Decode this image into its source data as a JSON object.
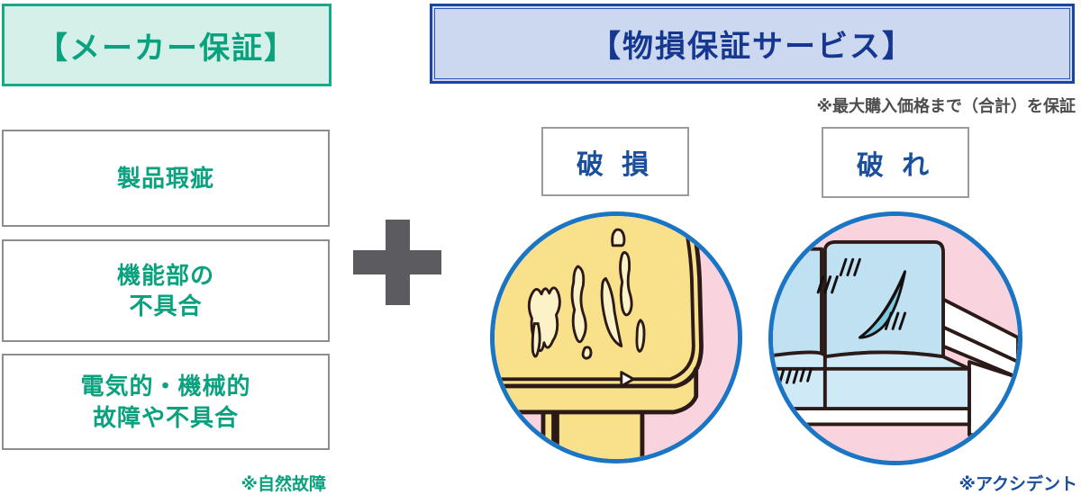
{
  "headers": {
    "maker": {
      "label": "【メーカー保証】",
      "text_color": "#0aa17f",
      "bg_color": "#d4f0e8",
      "border_color": "#16a98a"
    },
    "bukkai": {
      "label": "【物損保証サービス】",
      "text_color": "#16378f",
      "bg_color": "#ccd8ef",
      "border_color": "#1b45a0"
    }
  },
  "notes": {
    "top_right": "※最大購入価格まで（合計）を保証",
    "bottom_left": "※自然故障",
    "bottom_right": "※アクシデント"
  },
  "left_boxes": [
    {
      "line1": "製品瑕疵",
      "line2": ""
    },
    {
      "line1": "機能部の",
      "line2": "不具合"
    },
    {
      "line1": "電気的・機械的",
      "line2": "故障や不具合"
    }
  ],
  "operator": {
    "symbol": "plus",
    "color": "#5c5c60"
  },
  "right_items": [
    {
      "caption": "破 損",
      "illustration": "scratched-table-icon"
    },
    {
      "caption": "破 れ",
      "illustration": "torn-sofa-icon"
    }
  ],
  "palette": {
    "green": "#0aa17f",
    "navy": "#16378f",
    "blue_circle_border": "#1a75c4",
    "pink_bg": "#f9d4de",
    "table_yellow": "#f8e18a",
    "sofa_blue": "#bfe1f2",
    "outline_dark": "#2b1a17"
  }
}
